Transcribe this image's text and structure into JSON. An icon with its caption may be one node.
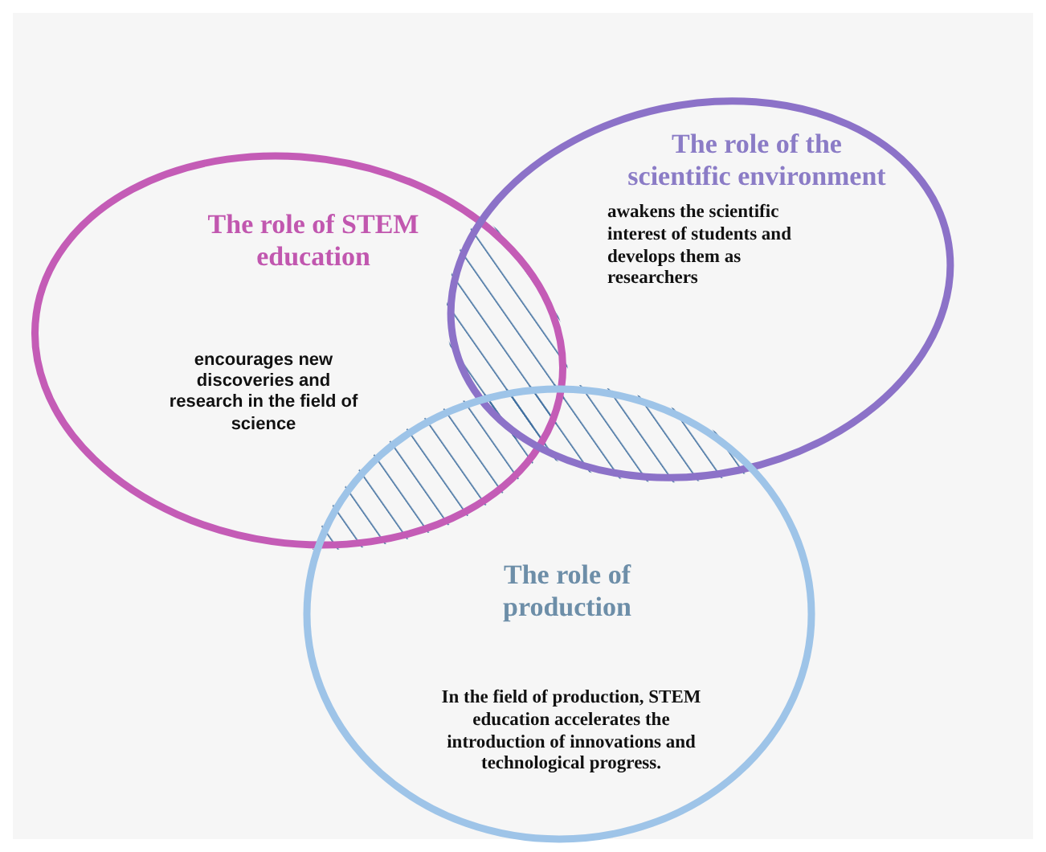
{
  "diagram": {
    "nodes": [
      {
        "text": [
          "The role of STEM education",
          "encourages new discoveries and research in the field of science"
        ]
      },
      {
        "text": [
          "The role of the scientific environment",
          "awakens the scientific interest of students and develops them as researchers"
        ]
      },
      {
        "text": [
          "The role of production",
          "In the field of production, STEM education accelerates the introduction of innovations and technological progress."
        ]
      }
    ]
  }
}
